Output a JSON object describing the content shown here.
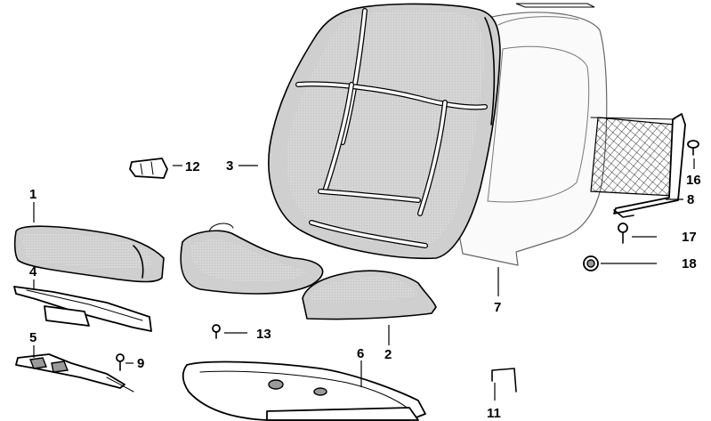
{
  "callouts": {
    "p1": "1",
    "p2": "2",
    "p3": "3",
    "p4": "4",
    "p5": "5",
    "p6": "6",
    "p7": "7",
    "p8": "8",
    "p9": "9",
    "p11": "11",
    "p12": "12",
    "p13": "13",
    "p16": "16",
    "p17": "17",
    "p18": "18"
  }
}
